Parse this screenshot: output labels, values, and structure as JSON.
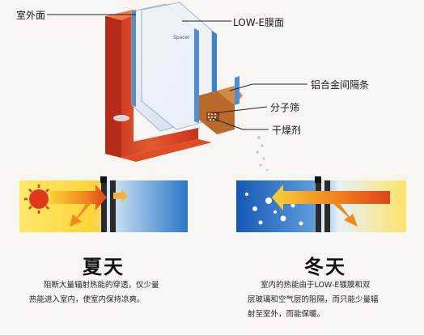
{
  "window_diagram": {
    "labels": {
      "indoor_surface": "室外面",
      "low_e_coating": "LOW-E膜面",
      "spacer_text": "Spacer",
      "aluminum_spacer": "铝合金间隔条",
      "molecular_sieve": "分子筛",
      "desiccant": "干燥剂"
    }
  },
  "summer": {
    "title": "夏天",
    "description": [
      "阻断大量辐射热能的穿透，仅少量",
      "热能进入室内，使室内保持凉爽。"
    ]
  },
  "winter": {
    "title": "冬天",
    "description": [
      "室内的热能由于LOW-E镀膜和双",
      "层玻璃和空气层的阻隔，而只能少量辐",
      "射至室外，而能保暖。"
    ]
  },
  "colors": {
    "frame_red": "#d8432b",
    "frame_orange": "#ee7a3a",
    "glass_blue": "#4f8fd0",
    "glass_light": "#e6eef6",
    "spacer_brown": "#b5692c",
    "heat_yellow": "#f7d23a",
    "heat_orange": "#f08a1e",
    "heat_red": "#e2461c",
    "sky_blue": "#1f6fc6",
    "sun_red": "#e2371c"
  },
  "icons": {
    "sun": "sun-icon",
    "snow": "snowflake-icon",
    "heat_arrow": "arrow-icon"
  }
}
